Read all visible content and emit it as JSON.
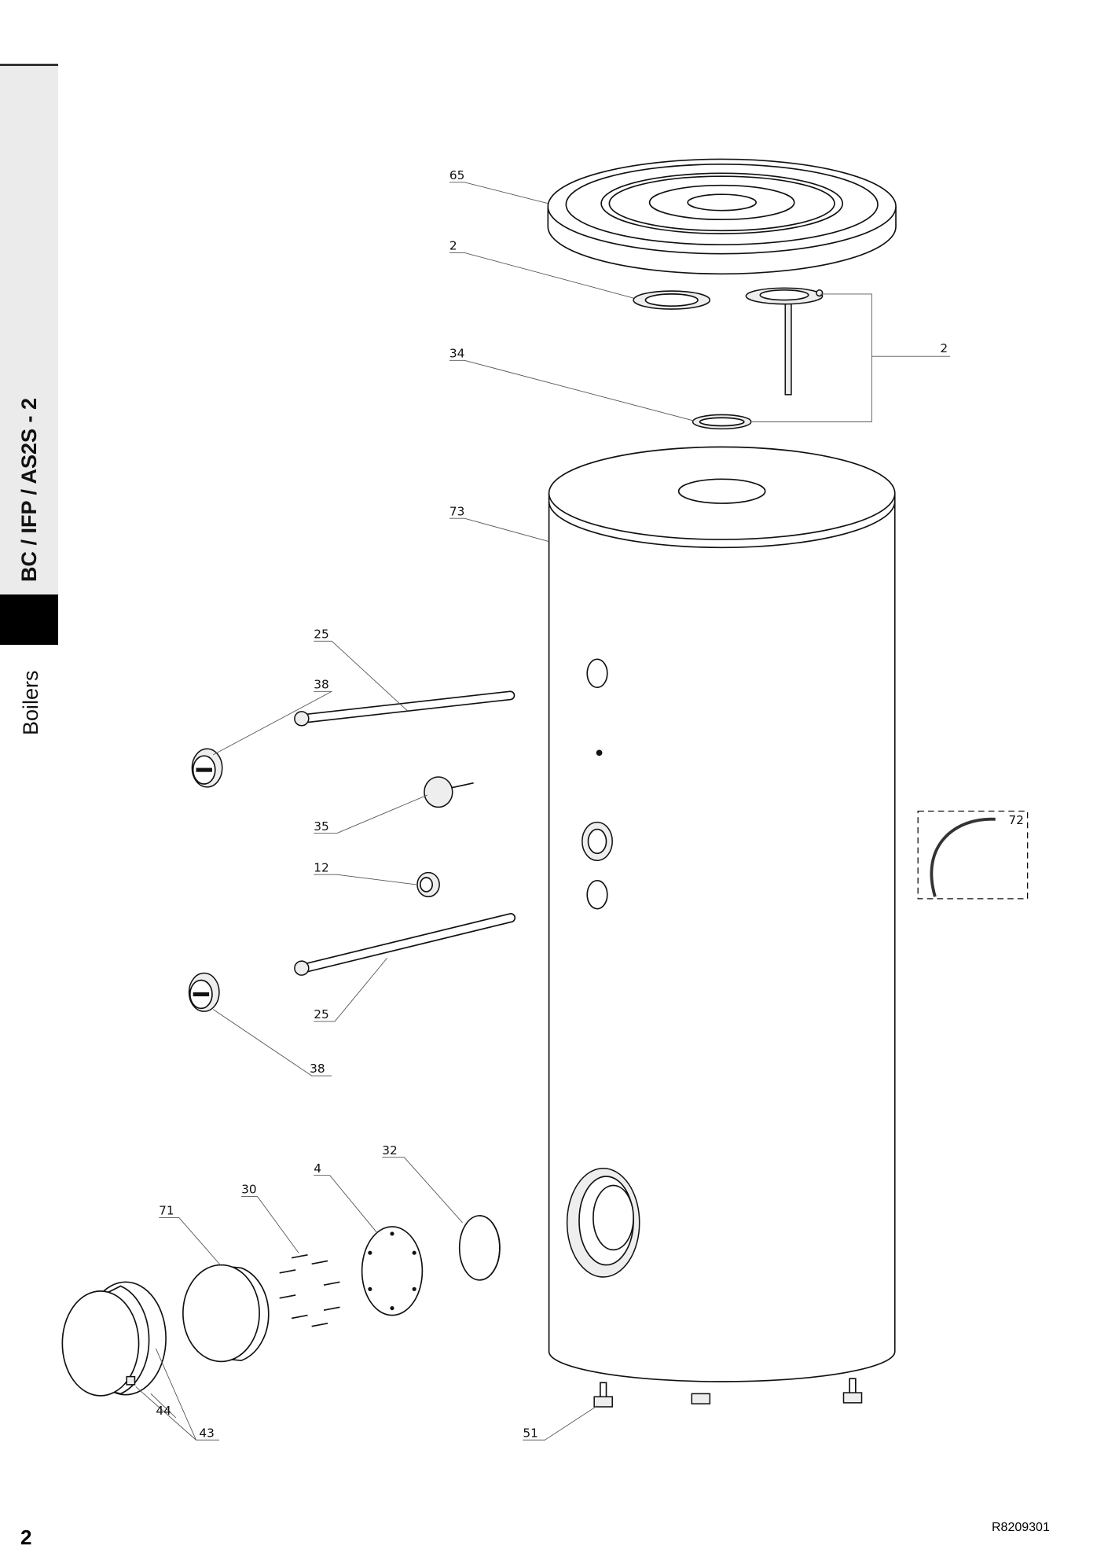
{
  "sidebar": {
    "doc_title": "BC / IFP / AS2S - 2",
    "section": "Boilers"
  },
  "footer": {
    "page_number": "2",
    "reference": "R8209301"
  },
  "diagram": {
    "labels": {
      "lid": "65",
      "flange_left": "2",
      "flange_right": "2",
      "gasket": "34",
      "tank": "73",
      "anode_top": "25",
      "cap_top": "38",
      "thermometer": "35",
      "plug": "12",
      "anode_bottom": "25",
      "cap_bottom": "38",
      "sensor_cable": "72",
      "disc": "32",
      "flange_plate": "4",
      "bolts": "30",
      "insulation_cover": "71",
      "cover_screw": "44",
      "front_cover": "43",
      "feet": "51"
    }
  }
}
